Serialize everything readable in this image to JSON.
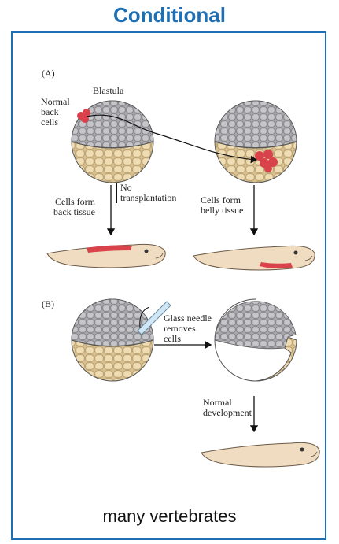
{
  "title": "Conditional",
  "panel_a": {
    "label": "(A)",
    "blastula": "Blastula",
    "normal_back_cells": [
      "Normal",
      "back",
      "cells"
    ],
    "left_outcome": [
      "Cells form",
      "back tissue"
    ],
    "no_transplant": [
      "No",
      "transplantation"
    ],
    "right_outcome": [
      "Cells form",
      "belly tissue"
    ]
  },
  "panel_b": {
    "label": "(B)",
    "needle": [
      "Glass needle",
      "removes",
      "cells"
    ],
    "normal_dev": [
      "Normal",
      "development"
    ]
  },
  "caption": "many vertebrates",
  "colors": {
    "title": "#1f6fb5",
    "frame": "#1f6fb5",
    "animal_cap": "#a9a9ad",
    "vegetal": "#e8d4a8",
    "red_cells": "#d9424a",
    "tadpole": "#f0dcc0"
  }
}
